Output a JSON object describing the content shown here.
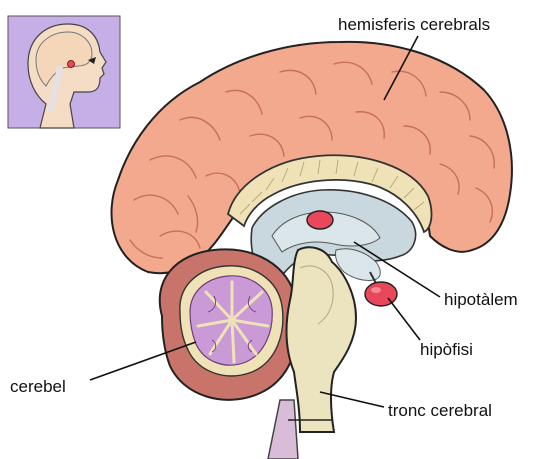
{
  "labels": {
    "hemispheres": "hemisferis cerebrals",
    "hypothalamus": "hipotàlem",
    "pituitary": "hipòfisi",
    "cerebellum": "cerebel",
    "brainstem": "tronc cerebral"
  },
  "colors": {
    "cerebrum": "#f2a98e",
    "cerebrum_shade": "#e3846a",
    "corpus_callosum": "#efe2b7",
    "ventricle": "#c9d7de",
    "brainstem": "#ece3bf",
    "cerebellum_outer": "#c9746a",
    "cerebellum_inner": "#c99ad6",
    "pituitary": "#e8485a",
    "spinal_cord": "#d8bcd8",
    "inset_bg": "#c6aee6"
  },
  "inset": {
    "icon": "head-profile-with-brain-icon"
  }
}
